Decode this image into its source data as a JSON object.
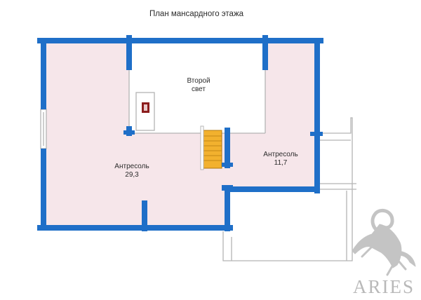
{
  "plan": {
    "title": "План мансардного этажа",
    "rooms": [
      {
        "name": "Второй",
        "name2": "свет"
      },
      {
        "name": "Антресоль",
        "area": "29,3"
      },
      {
        "name": "Антресоль",
        "area": "11,7"
      }
    ]
  },
  "brand": {
    "name": "ARIES",
    "logo_icon": "ram-icon"
  },
  "colors": {
    "wall": "#1f6fc8",
    "floor": "#f6e6ea",
    "stair": "#f2b12e",
    "chimney": "#8c1d1d",
    "outline": "#b4b4b4",
    "logo": "#c4c4c4"
  }
}
